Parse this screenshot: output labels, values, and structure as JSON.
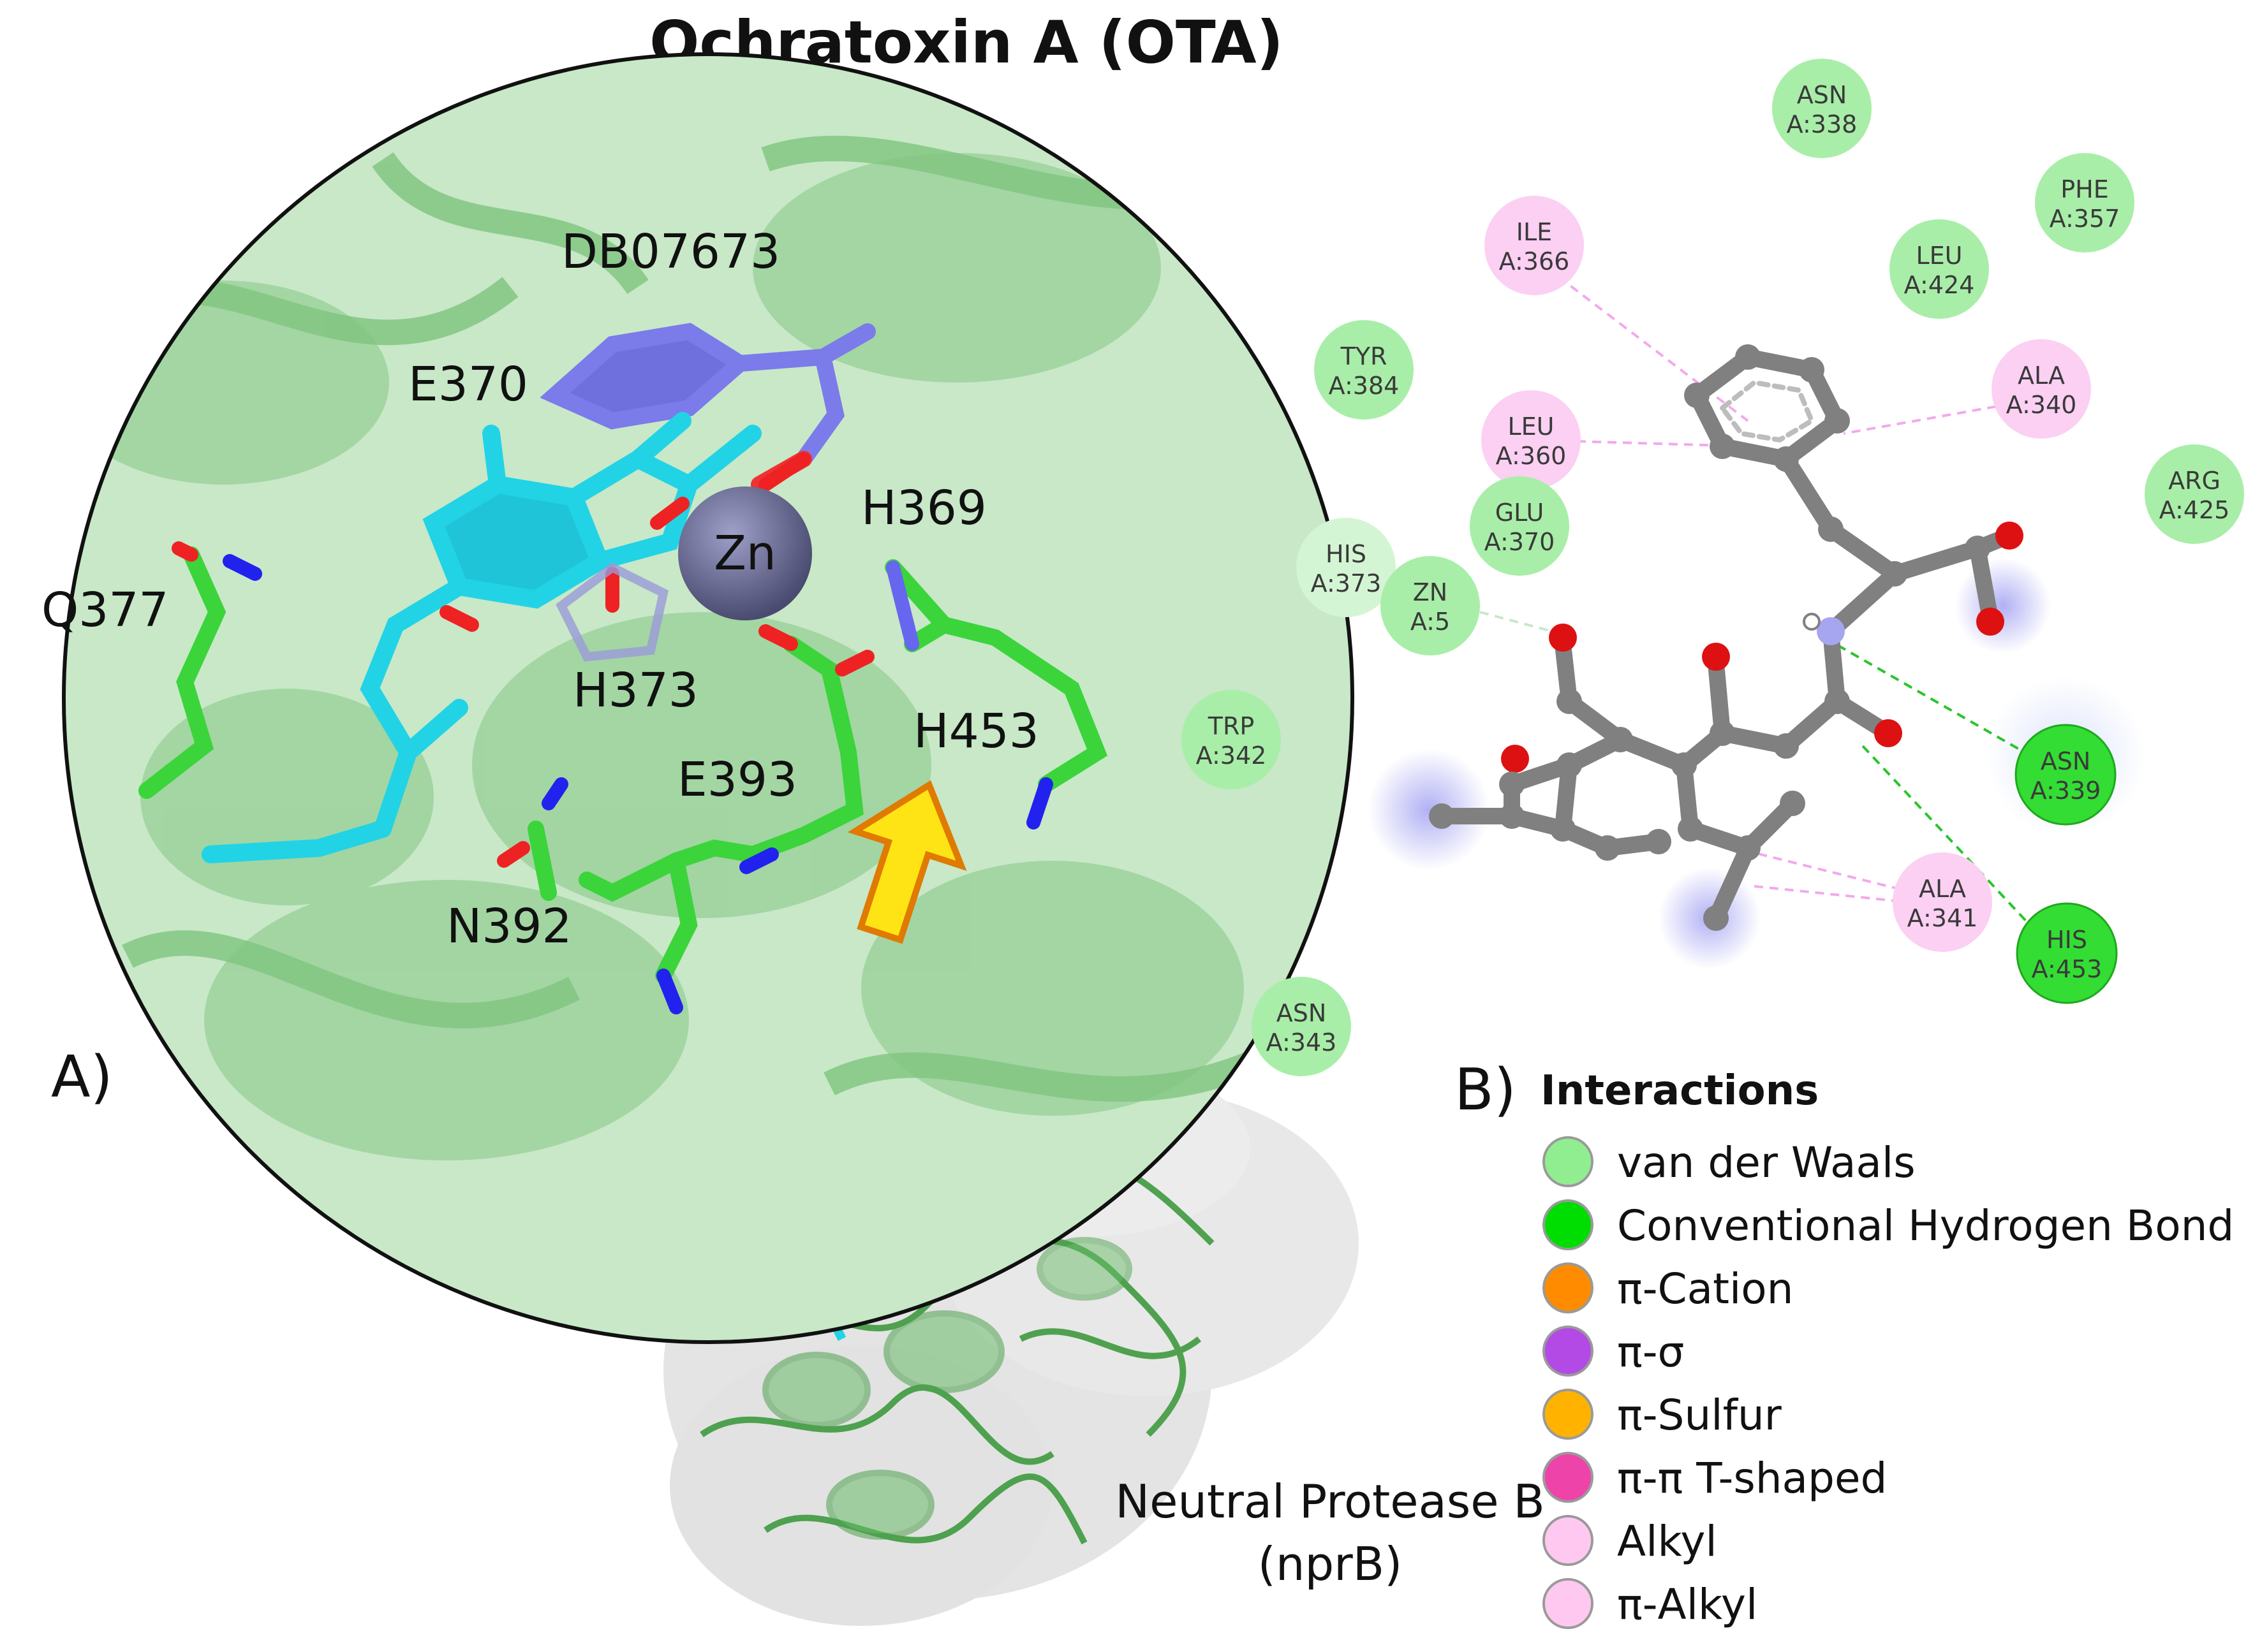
{
  "title": "Ochratoxin A (OTA)",
  "panel_a": {
    "label": "A)",
    "zn_label": "Zn",
    "residue_labels": [
      "DB07673",
      "E370",
      "H369",
      "Q377",
      "H373",
      "H453",
      "E393",
      "N392"
    ],
    "protein_label": [
      "Neutral Protease B",
      "(nprB)"
    ]
  },
  "panel_b": {
    "label": "B)",
    "legend_title": "Interactions",
    "legend": [
      {
        "label": "van der Waals",
        "color": "#90ee90"
      },
      {
        "label": "Conventional Hydrogen Bond",
        "color": "#00dd00"
      },
      {
        "label": "π-Cation",
        "color": "#ff8c00"
      },
      {
        "label": "π-σ",
        "color": "#b44ae6"
      },
      {
        "label": "π-Sulfur",
        "color": "#ffb300"
      },
      {
        "label": "π-π T-shaped",
        "color": "#ee44aa"
      },
      {
        "label": "Alkyl",
        "color": "#ffc8f0"
      },
      {
        "label": "π-Alkyl",
        "color": "#ffc8f0"
      }
    ],
    "residues": [
      {
        "name": "ASN",
        "id": "A:338",
        "type": "vdw"
      },
      {
        "name": "PHE",
        "id": "A:357",
        "type": "vdw"
      },
      {
        "name": "ILE",
        "id": "A:366",
        "type": "alkyl"
      },
      {
        "name": "LEU",
        "id": "A:424",
        "type": "vdw"
      },
      {
        "name": "TYR",
        "id": "A:384",
        "type": "vdw"
      },
      {
        "name": "ALA",
        "id": "A:340",
        "type": "alkyl"
      },
      {
        "name": "LEU",
        "id": "A:360",
        "type": "alkyl"
      },
      {
        "name": "GLU",
        "id": "A:370",
        "type": "vdw"
      },
      {
        "name": "ARG",
        "id": "A:425",
        "type": "vdw"
      },
      {
        "name": "HIS",
        "id": "A:373",
        "type": "vdw-light"
      },
      {
        "name": "ZN",
        "id": "A:5",
        "type": "vdw"
      },
      {
        "name": "TRP",
        "id": "A:342",
        "type": "vdw"
      },
      {
        "name": "ASN",
        "id": "A:339",
        "type": "hbond"
      },
      {
        "name": "ALA",
        "id": "A:341",
        "type": "alkyl"
      },
      {
        "name": "HIS",
        "id": "A:453",
        "type": "hbond"
      },
      {
        "name": "ASN",
        "id": "A:343",
        "type": "vdw"
      }
    ]
  },
  "colors": {
    "vdw": "#a8eea8",
    "vdw_light": "#d4f5d4",
    "hbond": "#33dd33",
    "alkyl": "#fbd0f3",
    "bond_gray": "#808080",
    "oxygen": "#dd1111",
    "nitrogen": "#9999ee",
    "protein_green": "#4caf50",
    "ligand_cyan": "#22d3e6",
    "ligand_blue": "#7070e0"
  }
}
